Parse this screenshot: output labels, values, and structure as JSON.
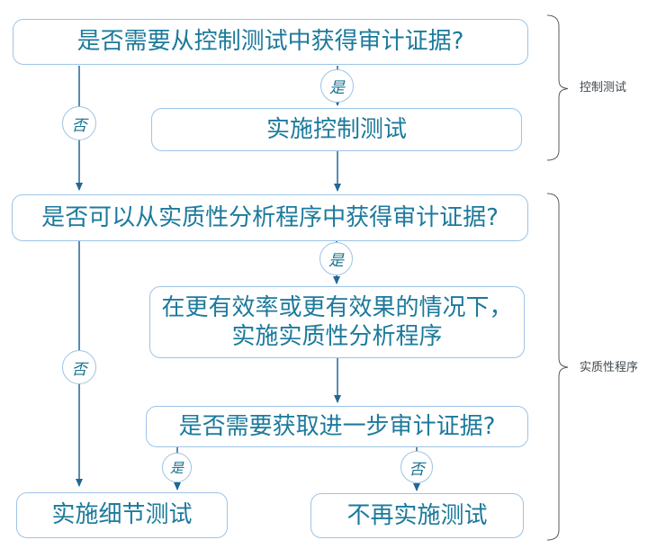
{
  "colors": {
    "background": "#ffffff",
    "box_border": "#9dc3e6",
    "box_text": "#1c7a9c",
    "connector_line": "#226795",
    "circle_border": "#9dc3e6",
    "circle_text": "#17718e",
    "brace_line": "#595959",
    "brace_label_text": "#40474d"
  },
  "boxes": {
    "q_control": "是否需要从控制测试中获得审计证据?",
    "do_control": "实施控制测试",
    "q_substantive": "是否可以从实质性分析程序中获得审计证据?",
    "do_analytical": {
      "line1": "在更有效率或更有效果的情况下，",
      "line2": "实施实质性分析程序"
    },
    "q_further": "是否需要获取进一步审计证据?",
    "do_detail": "实施细节测试",
    "no_more": "不再实施测试"
  },
  "connector_labels": {
    "yes": "是",
    "no": "否"
  },
  "braces": {
    "control_testing": "控制测试",
    "substantive_procedures": "实质性程序"
  }
}
